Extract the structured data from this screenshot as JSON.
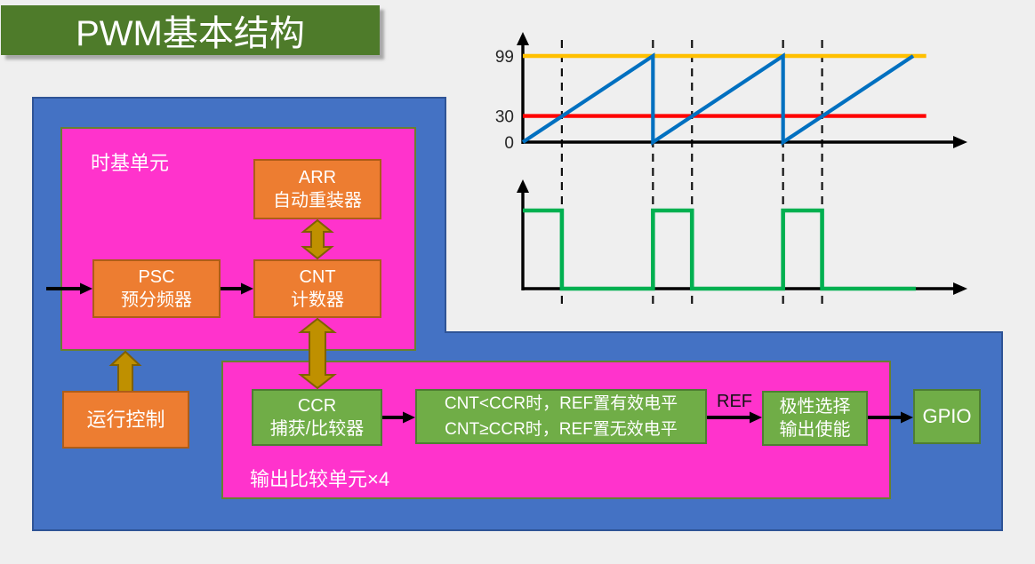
{
  "slide_title": "PWM基本结构",
  "diagram": {
    "time_base_unit_label": "时基单元",
    "output_compare_unit_label": "输出比较单元×4",
    "ref_signal_label": "REF",
    "blocks": {
      "arr": {
        "abbr": "ARR",
        "name": "自动重装器"
      },
      "psc": {
        "abbr": "PSC",
        "name": "预分频器"
      },
      "cnt": {
        "abbr": "CNT",
        "name": "计数器"
      },
      "run_control": {
        "name": "运行控制"
      },
      "ccr": {
        "abbr": "CCR",
        "name": "捕获/比较器"
      },
      "compare_rule": {
        "line1": "CNT<CCR时，REF置有效电平",
        "line2": "CNT≥CCR时，REF置无效电平"
      },
      "polarity": {
        "line1": "极性选择",
        "line2": "输出使能"
      },
      "gpio": {
        "name": "GPIO"
      }
    },
    "colors": {
      "background": "#EFEFEF",
      "panel_blue": "#4472C4",
      "magenta": "#FF33CC",
      "orange": "#ED7D31",
      "green": "#70AD47",
      "gold_arrow": "#BF9000",
      "title_green": "#4E7B2A"
    }
  },
  "chart_data": [
    {
      "type": "line",
      "name": "counter-sawtooth-chart",
      "title": "",
      "xlabel": "",
      "ylabel": "",
      "xlim": [
        0,
        330
      ],
      "ylim": [
        0,
        110
      ],
      "grid": false,
      "legend": false,
      "yticks": [
        {
          "label": "99",
          "value": 99
        },
        {
          "label": "30",
          "value": 30
        },
        {
          "label": "0",
          "value": 0
        }
      ],
      "dashed_guides_x": [
        30,
        100,
        130,
        200,
        230
      ],
      "series": [
        {
          "name": "ARR threshold",
          "type": "hline",
          "color": "#FFC000",
          "y": 99,
          "x_range": [
            0,
            310
          ]
        },
        {
          "name": "CCR threshold",
          "type": "hline",
          "color": "#FF0000",
          "y": 30,
          "x_range": [
            0,
            310
          ]
        },
        {
          "name": "CNT sawtooth",
          "type": "polyline",
          "color": "#0070C0",
          "points": [
            [
              0,
              0
            ],
            [
              100,
              99
            ],
            [
              100,
              0
            ],
            [
              200,
              99
            ],
            [
              200,
              0
            ],
            [
              300,
              99
            ]
          ]
        }
      ]
    },
    {
      "type": "line",
      "name": "pwm-output-chart",
      "title": "",
      "xlim": [
        0,
        330
      ],
      "ylim": [
        0,
        1.4
      ],
      "grid": false,
      "legend": false,
      "series": [
        {
          "name": "REF output",
          "type": "polyline",
          "color": "#00B050",
          "points": [
            [
              0,
              1
            ],
            [
              30,
              1
            ],
            [
              30,
              0
            ],
            [
              100,
              0
            ],
            [
              100,
              1
            ],
            [
              130,
              1
            ],
            [
              130,
              0
            ],
            [
              200,
              0
            ],
            [
              200,
              1
            ],
            [
              230,
              1
            ],
            [
              230,
              0
            ],
            [
              302,
              0
            ]
          ]
        }
      ]
    }
  ]
}
